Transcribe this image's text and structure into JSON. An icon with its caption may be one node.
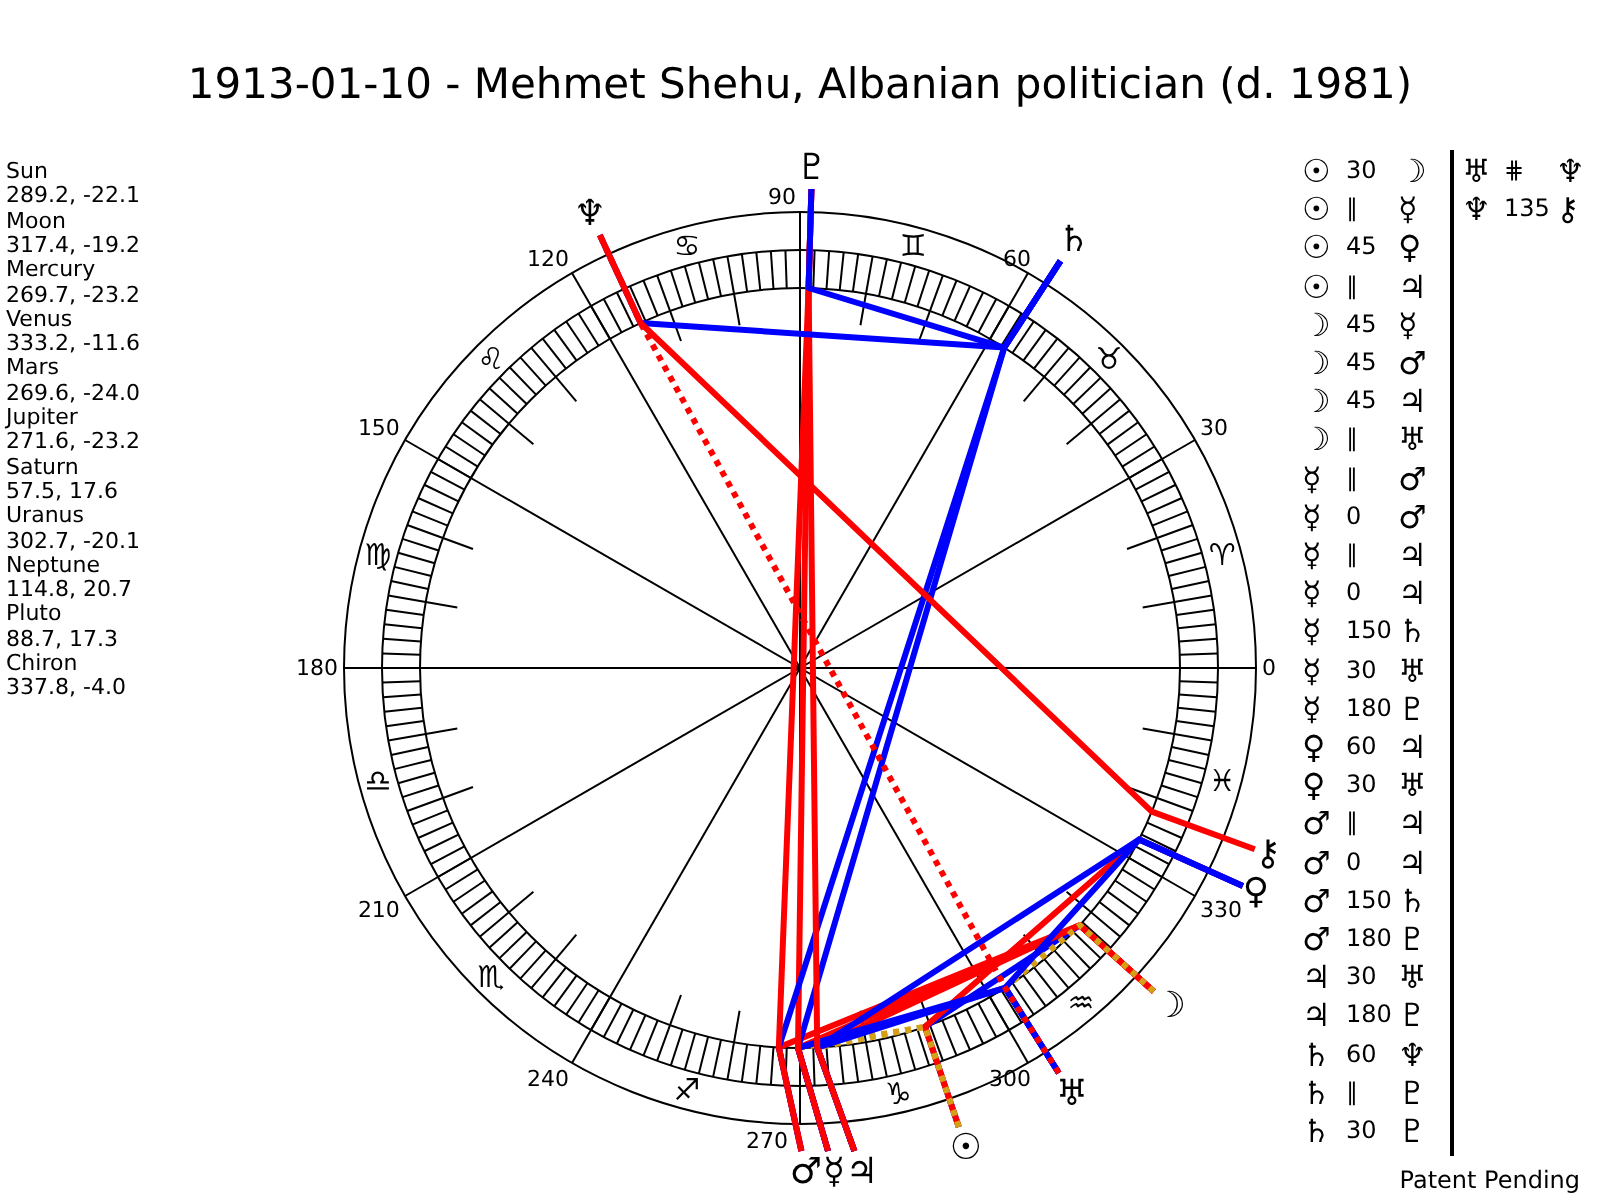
{
  "diagram": {
    "title": "1913-01-10 - Mehmet Shehu, Albanian politician (d. 1981)",
    "nodes": [
      {
        "text": [
          "♇"
        ]
      },
      {
        "text": [
          "♆"
        ]
      },
      {
        "text": [
          "♄"
        ]
      },
      {
        "text": [
          "⚷"
        ]
      },
      {
        "text": [
          "♀"
        ]
      },
      {
        "text": [
          "☽"
        ]
      },
      {
        "text": [
          "♅"
        ]
      },
      {
        "text": [
          "☉"
        ]
      },
      {
        "text": [
          "♂"
        ]
      },
      {
        "text": [
          "☿"
        ]
      },
      {
        "text": [
          "♃"
        ]
      }
    ],
    "edges": [
      {
        "from": 7,
        "to": 5,
        "arrow": "none",
        "color": "#0000ff"
      },
      {
        "from": 7,
        "to": 9,
        "arrow": "none",
        "style": "dashed",
        "color": "#d4a017"
      },
      {
        "from": 7,
        "to": 4,
        "arrow": "none",
        "color": "#ff0000"
      },
      {
        "from": 7,
        "to": 10,
        "arrow": "none",
        "style": "dashed",
        "color": "#d4a017"
      },
      {
        "from": 5,
        "to": 9,
        "arrow": "none",
        "color": "#ff0000"
      },
      {
        "from": 5,
        "to": 8,
        "arrow": "none",
        "color": "#ff0000"
      },
      {
        "from": 5,
        "to": 10,
        "arrow": "none",
        "color": "#ff0000"
      },
      {
        "from": 5,
        "to": 6,
        "arrow": "none",
        "style": "dashed",
        "color": "#d4a017"
      },
      {
        "from": 9,
        "to": 2,
        "arrow": "none",
        "color": "#0000ff"
      },
      {
        "from": 9,
        "to": 6,
        "arrow": "none",
        "color": "#0000ff"
      },
      {
        "from": 9,
        "to": 0,
        "arrow": "none",
        "color": "#ff0000"
      },
      {
        "from": 4,
        "to": 10,
        "arrow": "none",
        "color": "#0000ff"
      },
      {
        "from": 4,
        "to": 6,
        "arrow": "none",
        "color": "#0000ff"
      },
      {
        "from": 8,
        "to": 2,
        "arrow": "none",
        "color": "#0000ff"
      },
      {
        "from": 8,
        "to": 0,
        "arrow": "none",
        "color": "#ff0000"
      },
      {
        "from": 10,
        "to": 6,
        "arrow": "none",
        "color": "#0000ff"
      },
      {
        "from": 10,
        "to": 0,
        "arrow": "none",
        "color": "#ff0000"
      },
      {
        "from": 2,
        "to": 1,
        "arrow": "none",
        "color": "#0000ff"
      },
      {
        "from": 2,
        "to": 0,
        "arrow": "none",
        "color": "#0000ff"
      },
      {
        "from": 6,
        "to": 1,
        "arrow": "none",
        "style": "dashed",
        "color": "#ff0000"
      },
      {
        "from": 1,
        "to": 3,
        "arrow": "none",
        "color": "#ff0000"
      }
    ],
    "labels": [
      "Sun",
      "289.2, -22.1",
      "Moon",
      "317.4, -19.2",
      "Mercury",
      "269.7, -23.2",
      "Venus",
      "333.2, -11.6",
      "Mars",
      "269.6, -24.0",
      "Jupiter",
      "271.6, -23.2",
      "Saturn",
      "57.5, 17.6",
      "Uranus",
      "302.7, -20.1",
      "Neptune",
      "114.8, 20.7",
      "Pluto",
      "88.7, 17.3",
      "Chiron",
      "337.8, -4.0",
      "90",
      "120",
      "60",
      "150",
      "30",
      "180",
      "0",
      "210",
      "330",
      "240",
      "300",
      "270",
      "♋",
      "♊",
      "♌",
      "♉",
      "♍",
      "♈",
      "♎",
      "♓",
      "♏",
      "♒",
      "♐",
      "♑",
      "☉",
      "30",
      "☽",
      "☉",
      "∥",
      "☿",
      "☉",
      "45",
      "♀",
      "☉",
      "∥",
      "♃",
      "☽",
      "45",
      "☿",
      "☽",
      "45",
      "♂",
      "☽",
      "45",
      "♃",
      "☽",
      "∥",
      "♅",
      "☿",
      "∥",
      "♂",
      "☿",
      "0",
      "♂",
      "☿",
      "∥",
      "♃",
      "☿",
      "0",
      "♃",
      "☿",
      "150",
      "♄",
      "☿",
      "30",
      "♅",
      "☿",
      "180",
      "♇",
      "♀",
      "60",
      "♃",
      "♀",
      "30",
      "♅",
      "♂",
      "∥",
      "♃",
      "♂",
      "0",
      "♃",
      "♂",
      "150",
      "♄",
      "♂",
      "180",
      "♇",
      "♃",
      "30",
      "♅",
      "♃",
      "180",
      "♇",
      "♄",
      "60",
      "♆",
      "♄",
      "∥",
      "♇",
      "♄",
      "30",
      "♇",
      "♅",
      "⋕",
      "♆",
      "♆",
      "135",
      "⚷",
      "Patent Pending"
    ]
  }
}
